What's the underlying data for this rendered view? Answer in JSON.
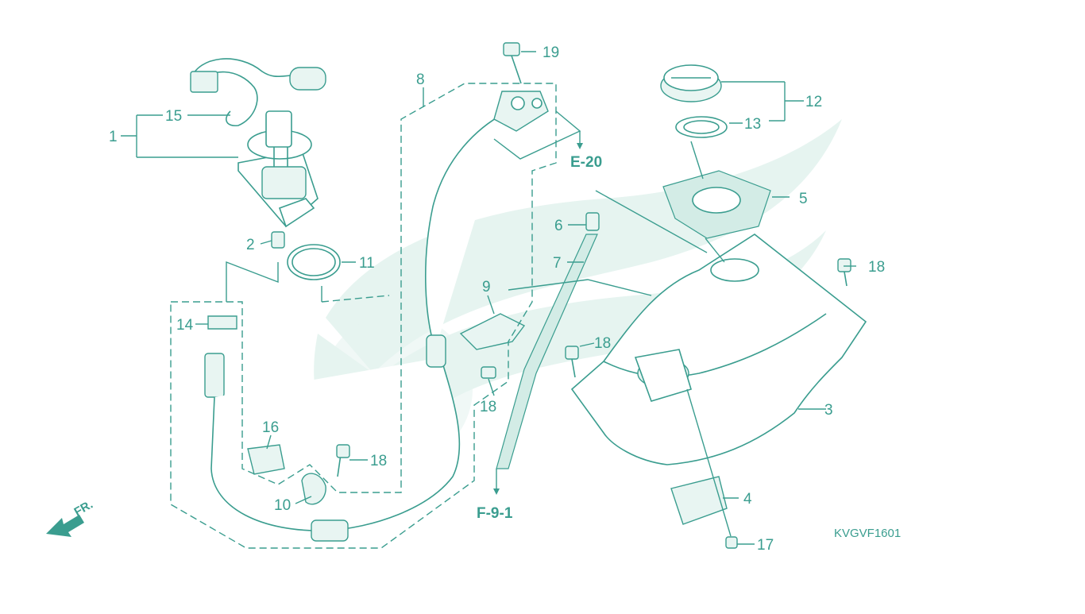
{
  "colors": {
    "line": "#3a9d8f",
    "watermark": "#e6f4f0",
    "background": "#ffffff"
  },
  "callouts": {
    "c1": "1",
    "c2": "2",
    "c3": "3",
    "c4": "4",
    "c5": "5",
    "c6": "6",
    "c7": "7",
    "c8": "8",
    "c9": "9",
    "c10": "10",
    "c11": "11",
    "c12": "12",
    "c13": "13",
    "c14": "14",
    "c15": "15",
    "c16": "16",
    "c17": "17",
    "c18a": "18",
    "c18b": "18",
    "c18c": "18",
    "c18d": "18",
    "c19": "19"
  },
  "references": {
    "e20": "E-20",
    "f91": "F-9-1"
  },
  "diagram_code": "KVGVF1601",
  "front_indicator": {
    "label": "FR.",
    "icon": "front-arrow-icon"
  },
  "watermark": {
    "icon": "brand-wing-watermark-icon"
  }
}
